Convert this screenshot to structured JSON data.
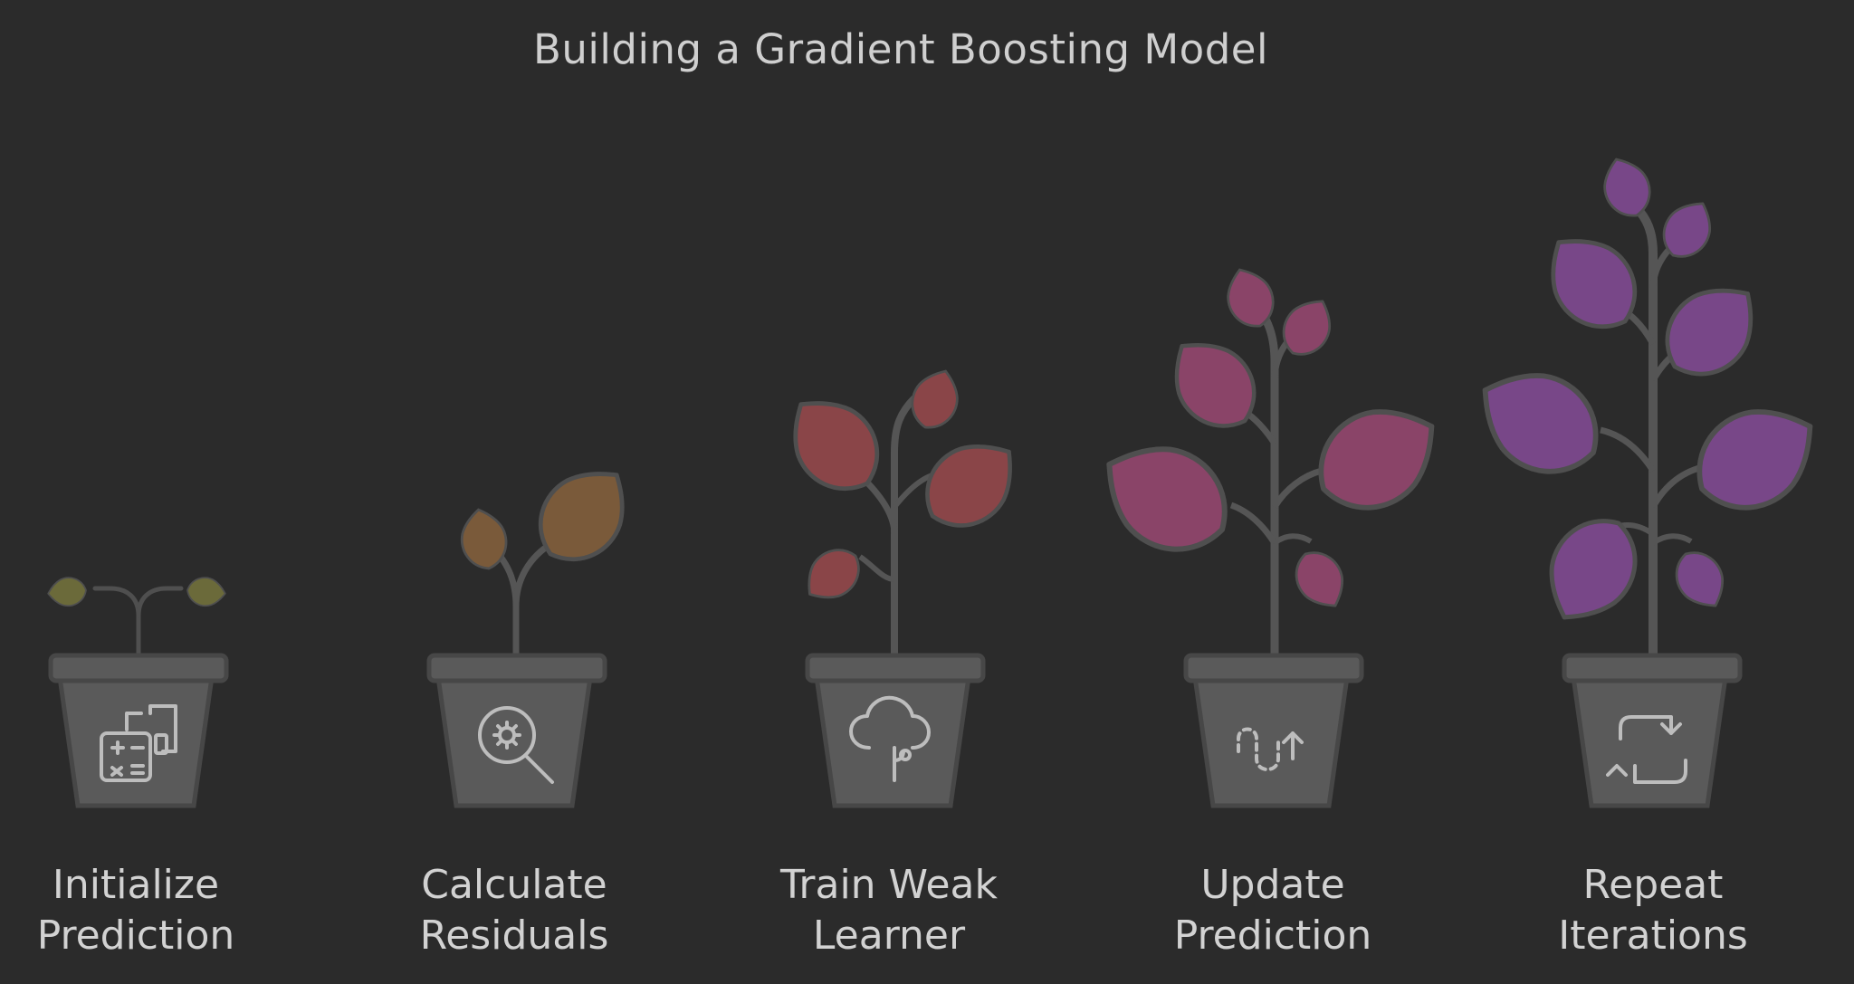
{
  "title": "Building a Gradient Boosting Model",
  "stages": [
    {
      "line1": "Initialize",
      "line2": "Prediction",
      "leaf_color": "#6b6a3a",
      "icon": "calculator-icon"
    },
    {
      "line1": "Calculate",
      "line2": "Residuals",
      "leaf_color": "#7a5a3a",
      "icon": "magnifier-gear-icon"
    },
    {
      "line1": "Train Weak",
      "line2": "Learner",
      "leaf_color": "#8a4548",
      "icon": "cloud-tree-icon"
    },
    {
      "line1": "Update",
      "line2": "Prediction",
      "leaf_color": "#8a4468",
      "icon": "path-arrow-up-icon"
    },
    {
      "line1": "Repeat",
      "line2": "Iterations",
      "leaf_color": "#784788",
      "icon": "repeat-arrows-icon"
    }
  ]
}
